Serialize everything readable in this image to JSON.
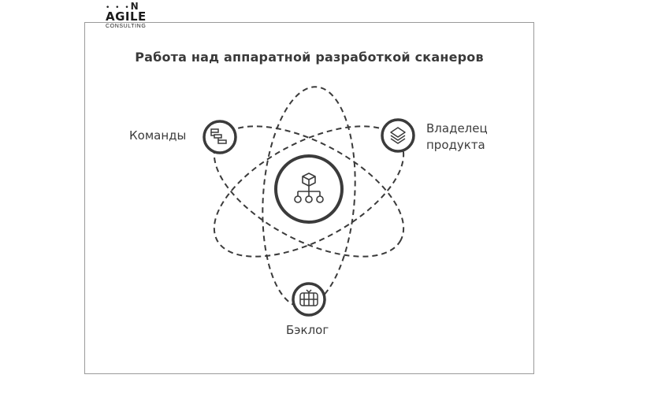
{
  "logo": {
    "dots": "• • •",
    "main": "N AGILE",
    "sub": "CONSULTING"
  },
  "title": "Работа над аппаратной разработкой сканеров",
  "nodes": {
    "teams": {
      "label": "Команды",
      "icon": "gantt-icon"
    },
    "product_owner": {
      "label_line1": "Владелец",
      "label_line2": "продукта",
      "icon": "layers-icon"
    },
    "backlog": {
      "label": "Бэклог",
      "icon": "basket-icon"
    },
    "center": {
      "icon": "hierarchy-cube-icon"
    }
  },
  "colors": {
    "stroke": "#3b3b3b",
    "frame": "#9a9a9a",
    "text": "#3c3c3c"
  }
}
